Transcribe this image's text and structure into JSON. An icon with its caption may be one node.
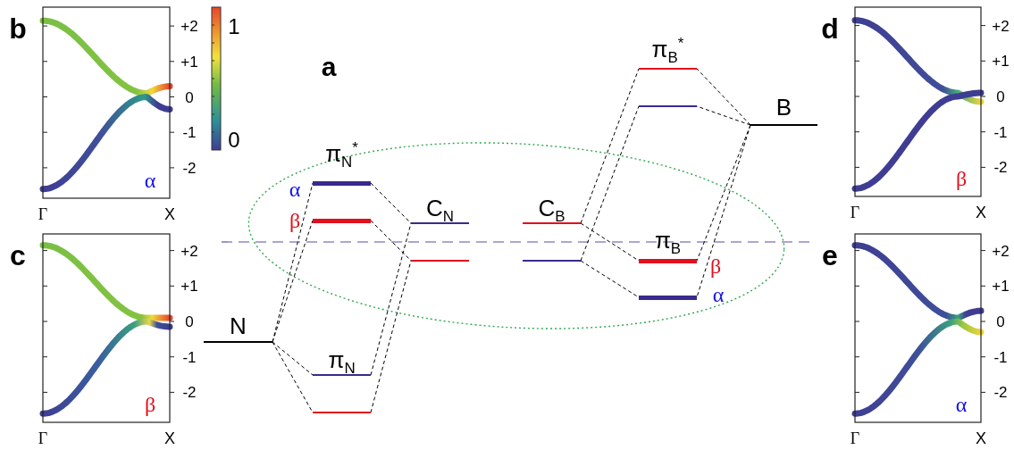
{
  "diagram": {
    "nodes": [
      {
        "text": [
          "N"
        ]
      },
      {
        "text": [
          "π$_{N}$$^{*}$"
        ],
        "beside": [
          "α"
        ]
      },
      {
        "text": [],
        "shape": "bar",
        "beside": [
          "β"
        ]
      },
      {
        "text": [
          "π$_{N}$"
        ]
      },
      {
        "text": [],
        "shape": "bar"
      },
      {
        "text": [
          "C$_{N}$"
        ]
      },
      {
        "text": [],
        "shape": "bar"
      },
      {
        "text": [
          "C$_{B}$"
        ]
      },
      {
        "text": [],
        "shape": "bar"
      },
      {
        "text": [
          "π$_{B}$$^{*}$"
        ]
      },
      {
        "text": [],
        "shape": "bar"
      },
      {
        "text": [
          "π$_{B}$"
        ],
        "beside": [
          "β"
        ]
      },
      {
        "text": [],
        "shape": "bar",
        "beside": [
          "α"
        ]
      },
      {
        "text": [
          "B"
        ]
      }
    ],
    "edges": [
      {
        "from": 0,
        "to": 1,
        "arrow": "none",
        "style": "dashed"
      },
      {
        "from": 0,
        "to": 2,
        "arrow": "none",
        "style": "dashed"
      },
      {
        "from": 0,
        "to": 3,
        "arrow": "none",
        "style": "dashed"
      },
      {
        "from": 0,
        "to": 4,
        "arrow": "none",
        "style": "dashed"
      },
      {
        "from": 1,
        "to": 5,
        "arrow": "none",
        "style": "dashed"
      },
      {
        "from": 2,
        "to": 6,
        "arrow": "none",
        "style": "dashed"
      },
      {
        "from": 3,
        "to": 5,
        "arrow": "none",
        "style": "dashed"
      },
      {
        "from": 4,
        "to": 6,
        "arrow": "none",
        "style": "dashed"
      },
      {
        "from": 7,
        "to": 9,
        "arrow": "none",
        "style": "dashed"
      },
      {
        "from": 7,
        "to": 11,
        "arrow": "none",
        "style": "dashed"
      },
      {
        "from": 8,
        "to": 10,
        "arrow": "none",
        "style": "dashed"
      },
      {
        "from": 8,
        "to": 12,
        "arrow": "none",
        "style": "dashed"
      },
      {
        "from": 13,
        "to": 9,
        "arrow": "none",
        "style": "dashed"
      },
      {
        "from": 13,
        "to": 10,
        "arrow": "none",
        "style": "dashed"
      },
      {
        "from": 13,
        "to": 11,
        "arrow": "none",
        "style": "dashed"
      },
      {
        "from": 13,
        "to": 12,
        "arrow": "none",
        "style": "dashed"
      }
    ],
    "labels": [
      "b",
      "+2",
      "+1",
      "0",
      "-1",
      "-2",
      "α",
      "Γ",
      "X",
      "1",
      "0",
      "a",
      "d",
      "+2",
      "+1",
      "0",
      "-1",
      "-2",
      "β",
      "Γ",
      "X",
      "c",
      "+2",
      "+1",
      "0",
      "-1",
      "-2",
      "β",
      "Γ",
      "X",
      "e",
      "+2",
      "+1",
      "0",
      "-1",
      "-2",
      "α",
      "Γ",
      "X"
    ]
  }
}
